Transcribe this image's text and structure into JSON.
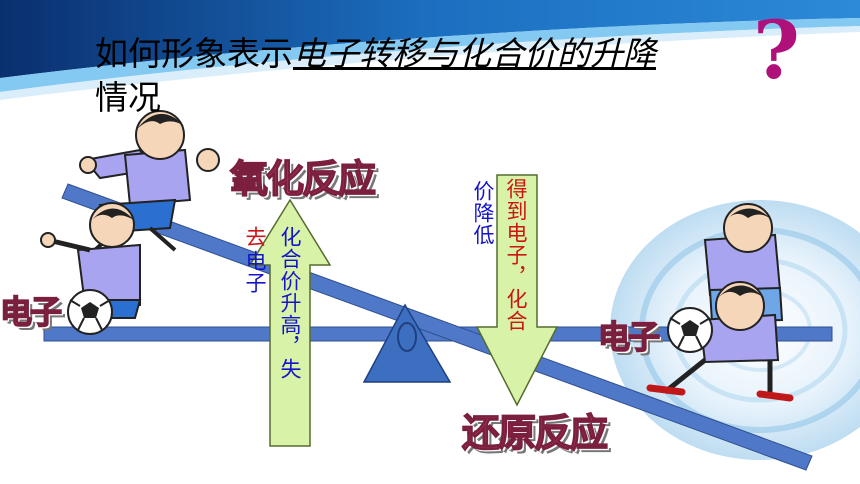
{
  "title": {
    "prefix": "如何形象表示",
    "highlight": "电子转移与化合价的升降",
    "line2": "情况",
    "question_mark": "?"
  },
  "labels": {
    "oxidation": "氧化反应",
    "reduction": "还原反应",
    "electron_left": "电子",
    "electron_right": "电子"
  },
  "arrows": {
    "up_text": "化合价升高，失",
    "up_side_text": "去电子",
    "down_text": "得到电子，化合",
    "down_side_text": "价降低"
  },
  "colors": {
    "beam": "#4f78c8",
    "fulcrum": "#3d6fc0",
    "arrow_fill": "#d8f2a8",
    "arrow_stroke": "#556b2f",
    "wordart": "#e0457a",
    "blue_text": "#1515c8",
    "red_text": "#cc1515",
    "question_mark": "#b0107a"
  },
  "icons": [
    "soccer-ball-icon",
    "kid-figure-icon"
  ]
}
